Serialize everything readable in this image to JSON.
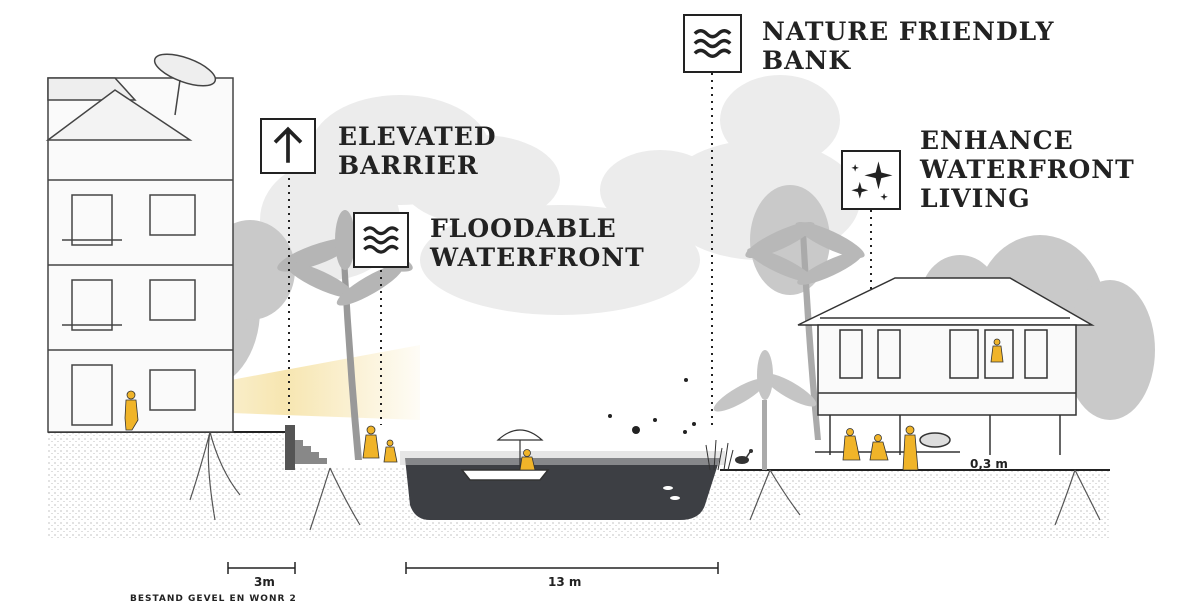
{
  "labels": {
    "elevated_barrier": [
      "ELEVATED",
      "BARRIER"
    ],
    "floodable_waterfront": [
      "FLOODABLE",
      "WATERFRONT"
    ],
    "nature_friendly_bank": [
      "NATURE FRIENDLY",
      "BANK"
    ],
    "enhance_waterfront_living": [
      "ENHANCE",
      "WATERFRONT",
      "LIVING"
    ]
  },
  "icons": {
    "elevated_barrier": "arrow-up-icon",
    "floodable_waterfront": "waves-icon",
    "nature_friendly_bank": "waves-icon",
    "enhance_waterfront_living": "sparkle-icon"
  },
  "dimensions": {
    "house_floor_height": "0,3 m",
    "scale_left": "3m",
    "scale_river": "13 m"
  },
  "caption": "BESTAND GEVEL EN WONR 2",
  "colors": {
    "accent_yellow": "#f0b429",
    "water": "#3d3f44",
    "ink": "#222222",
    "tree_gray": "#bdbdbd"
  }
}
